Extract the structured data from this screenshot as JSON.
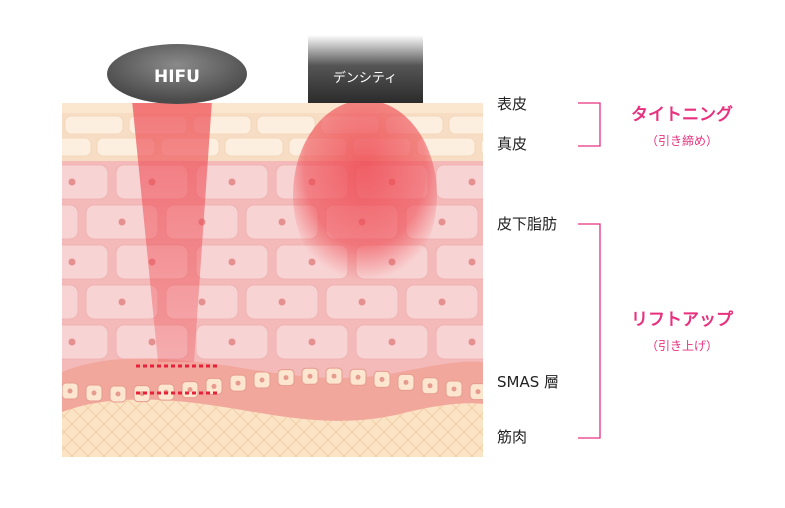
{
  "devices": {
    "hifu": {
      "label": "HIFU"
    },
    "density": {
      "label": "デンシティ"
    }
  },
  "layers": {
    "epidermis": "表皮",
    "dermis": "真皮",
    "subcutaneous_fat": "皮下脂肪",
    "smas": "SMAS 層",
    "muscle": "筋肉"
  },
  "effects": {
    "tightening": {
      "title": "タイトニング",
      "subtitle": "（引き締め）"
    },
    "lift_up": {
      "title": "リフトアップ",
      "subtitle": "（引き上げ）"
    }
  },
  "colors": {
    "accent": "#e8317e",
    "beam": "#ee4a52",
    "label": "#222222",
    "bracket": "#e8317e"
  }
}
